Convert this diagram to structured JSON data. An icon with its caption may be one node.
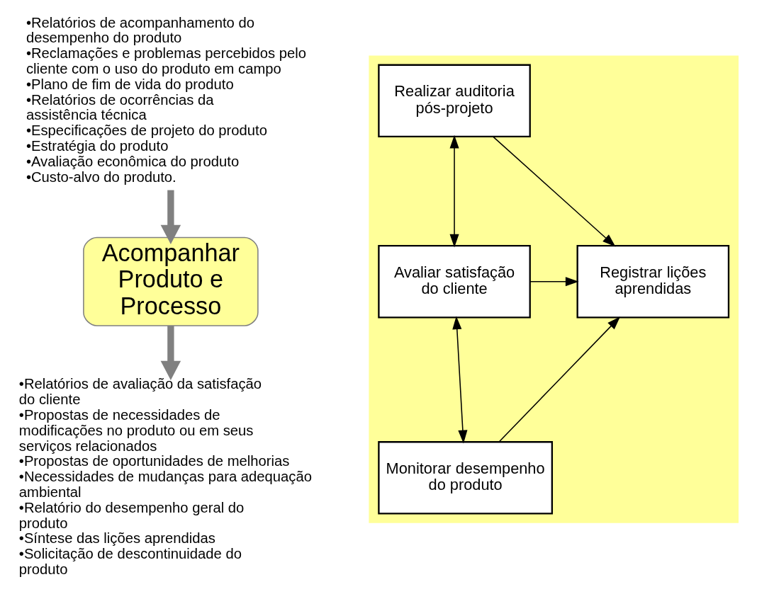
{
  "diagram": {
    "nodes": [
      {
        "text": [
          "•Relatórios de acompanhamento do desempenho do produto",
          "•Reclamações e problemas percebidos pelo cliente com o uso do produto em campo",
          "•Plano de fim de vida do produto",
          "•Relatórios de ocorrências da assistência técnica",
          "•Especificações de projeto do produto",
          "•Estratégia do produto",
          "•Avaliação econômica do produto",
          "•Custo-alvo do produto."
        ]
      },
      {
        "text": [
          "Acompanhar Produto e Processo"
        ]
      },
      {
        "text": [
          "•Relatórios de avaliação da satisfação do cliente",
          "•Propostas de necessidades de modificações no produto ou em seus serviços relacionados",
          "•Propostas de oportunidades de melhorias",
          "•Necessidades de mudanças para adequação ambiental",
          "•Relatório do desempenho geral do produto",
          "•Síntese das lições aprendidas",
          "•Solicitação de descontinuidade do produto"
        ]
      },
      {
        "text": [],
        "shape": "band"
      },
      {
        "text": [
          "Realizar auditoria pós-projeto"
        ],
        "in": 3
      },
      {
        "text": [
          "Avaliar satisfação do cliente"
        ],
        "in": 3
      },
      {
        "text": [
          "Monitorar desempenho do produto"
        ],
        "in": 3
      },
      {
        "text": [
          "Registrar lições aprendidas"
        ],
        "in": 3
      }
    ],
    "edges": [
      {
        "from": 0,
        "to": 1,
        "arrow": "to",
        "style": "thick",
        "color": "#808080"
      },
      {
        "from": 1,
        "to": 2,
        "arrow": "to",
        "style": "thick",
        "color": "#808080"
      },
      {
        "from": 4,
        "to": 5,
        "arrow": "both"
      },
      {
        "from": 5,
        "to": 6,
        "arrow": "both"
      },
      {
        "from": 4,
        "to": 7,
        "arrow": "to"
      },
      {
        "from": 5,
        "to": 7,
        "arrow": "to"
      },
      {
        "from": 6,
        "to": 7,
        "arrow": "to"
      }
    ]
  }
}
